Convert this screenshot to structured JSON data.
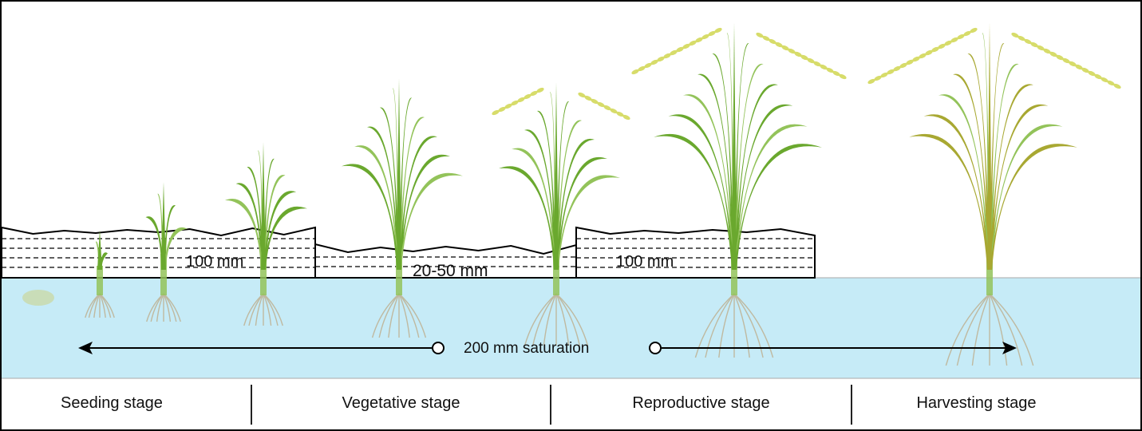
{
  "water_levels": {
    "seeding_vegetative": "100 mm",
    "vegetative": "20-50 mm",
    "reproductive": "100 mm"
  },
  "saturation_label": "200 mm saturation",
  "stages": [
    {
      "label": "Seeding stage"
    },
    {
      "label": "Vegetative stage"
    },
    {
      "label": "Reproductive stage"
    },
    {
      "label": "Harvesting stage"
    }
  ],
  "colors": {
    "soil": "#c6ebf7",
    "leaf_green": "#6aa82e",
    "leaf_light": "#93c35a",
    "grain": "#d7dc6a",
    "harvest_leaf": "#a8a832",
    "root": "#bfb9a0"
  }
}
